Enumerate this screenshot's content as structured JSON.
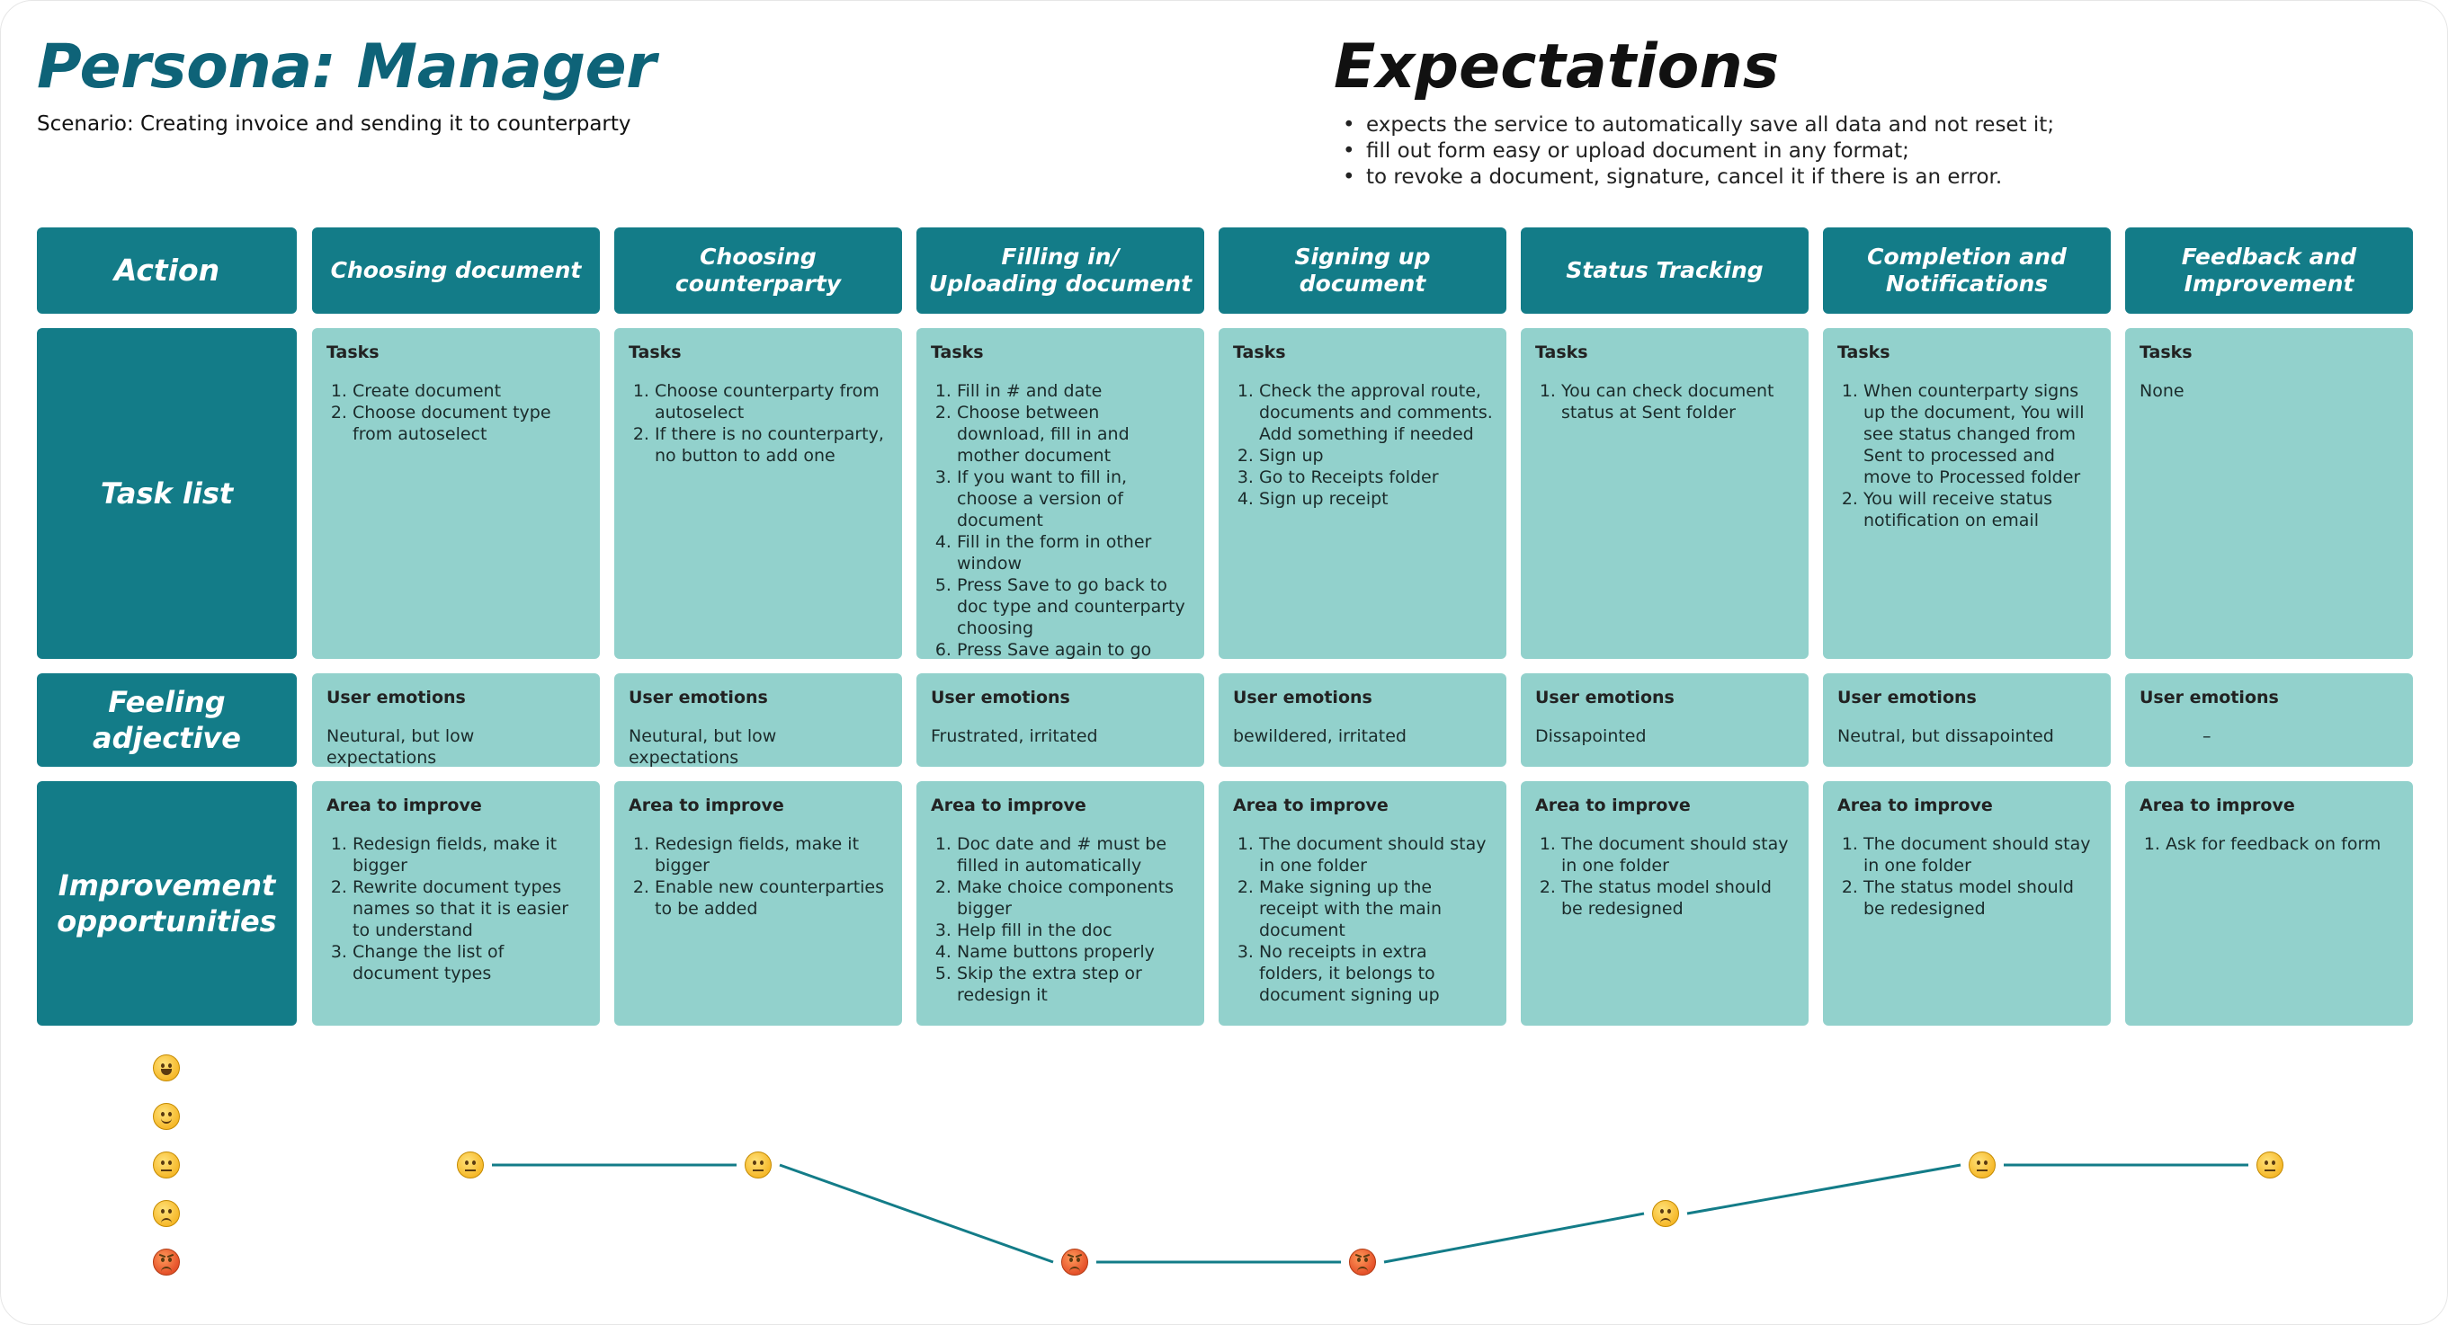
{
  "persona": {
    "title": "Persona: Manager",
    "scenario": "Scenario: Creating invoice and sending it to counterparty"
  },
  "expectations": {
    "title": "Expectations",
    "items": [
      "expects the service to automatically save all data and not reset it;",
      "fill out form easy or upload document in any format;",
      "to revoke a document, signature, cancel it if there is an error."
    ]
  },
  "row_headers": {
    "action": "Action",
    "tasks": "Task list",
    "feeling": "Feeling adjective",
    "improve": "Improvement\nopportunities"
  },
  "section_titles": {
    "tasks": "Tasks",
    "emotions": "User emotions",
    "improve": "Area to improve"
  },
  "stages": [
    {
      "name": "Choosing document",
      "tasks": [
        "Create document",
        "Choose document type from autoselect"
      ],
      "emotion": "Neutural, but low expectations",
      "improve": [
        "Redesign fields, make it bigger",
        "Rewrite document types names so that it is easier to understand",
        "Change the list of document types"
      ],
      "mood": "neutral"
    },
    {
      "name": "Choosing counterparty",
      "tasks": [
        "Choose counterparty from autoselect",
        "If there is no counterparty, no button to add one"
      ],
      "emotion": "Neutural, but low expectations",
      "improve": [
        "Redesign fields, make it bigger",
        "Enable new counterparties to be added"
      ],
      "mood": "neutral"
    },
    {
      "name": "Filling in/\nUploading document",
      "tasks": [
        "Fill in # and date",
        "Choose between download, fill in and mother document",
        "If you want to fill in, choose a version of document",
        "Fill in the form in other window",
        "Press Save to go back to doc type and counterparty choosing",
        "Press Save again to go back to doc sending"
      ],
      "emotion": "Frustrated, irritated",
      "improve": [
        "Doc date and # must be filled in automatically",
        "Make choice components bigger",
        "Help fill in the doc",
        "Name buttons properly",
        "Skip the extra step or redesign it"
      ],
      "mood": "angry"
    },
    {
      "name": "Signing up document",
      "tasks": [
        "Check the approval route, documents and comments. Add something if needed",
        "Sign up",
        "Go to Receipts folder",
        "Sign up receipt"
      ],
      "emotion": "bewildered, irritated",
      "improve": [
        "The document should stay in one folder",
        "Make signing up the receipt with the main document",
        "No receipts in extra folders, it belongs to document signing up"
      ],
      "mood": "angry"
    },
    {
      "name": "Status Tracking",
      "tasks": [
        "You can check document status at Sent folder"
      ],
      "emotion": "Dissapointed",
      "improve": [
        "The document should stay in one folder",
        "The status model should be redesigned"
      ],
      "mood": "slightly-sad"
    },
    {
      "name": "Completion and\nNotifications",
      "tasks": [
        "When counterparty signs up the document, You will see status changed from Sent to processed and move to Processed folder",
        "You will receive status notification on email"
      ],
      "emotion": "Neutral, but dissapointed",
      "improve": [
        "The document should stay in one folder",
        "The status model should be redesigned"
      ],
      "mood": "neutral"
    },
    {
      "name": "Feedback and\nImprovement",
      "tasks_text": "None",
      "emotion": "–",
      "improve": [
        "Ask for feedback on form"
      ],
      "mood": "neutral"
    }
  ],
  "mood_scale": [
    "grinning-face-icon",
    "slightly-smiling-face-icon",
    "neutral-face-icon",
    "slightly-frowning-face-icon",
    "angry-face-icon"
  ],
  "colors": {
    "header_teal": "#137c88",
    "card_teal": "#92d1cc",
    "title_teal": "#0e6378",
    "curve": "#137c88"
  }
}
